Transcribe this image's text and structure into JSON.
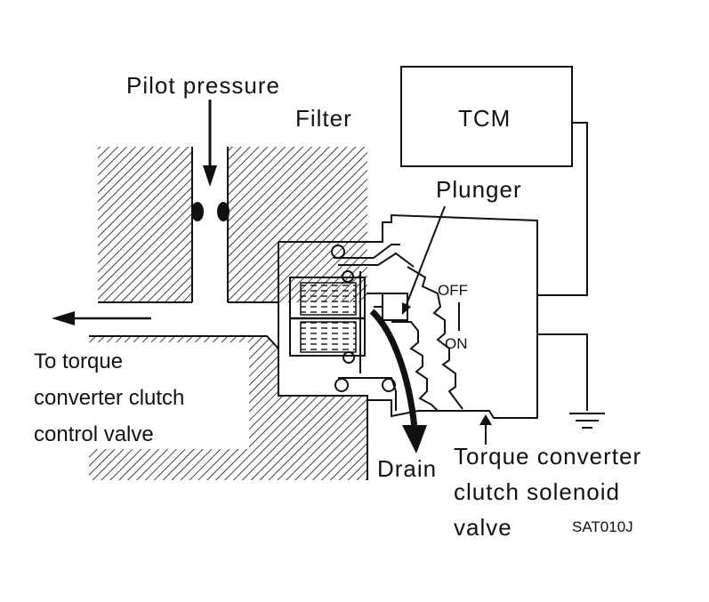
{
  "labels": {
    "pilot_pressure": "Pilot pressure",
    "filter": "Filter",
    "tcm": "TCM",
    "plunger": "Plunger",
    "off": "OFF",
    "on": "ON",
    "to_line1": "To torque",
    "to_line2": "converter clutch",
    "to_line3": "control valve",
    "drain": "Drain",
    "sol_line1": "Torque converter",
    "sol_line2": "clutch solenoid",
    "sol_line3": "valve",
    "code": "SAT010J"
  },
  "colors": {
    "ink": "#111111",
    "paper": "#ffffff"
  }
}
